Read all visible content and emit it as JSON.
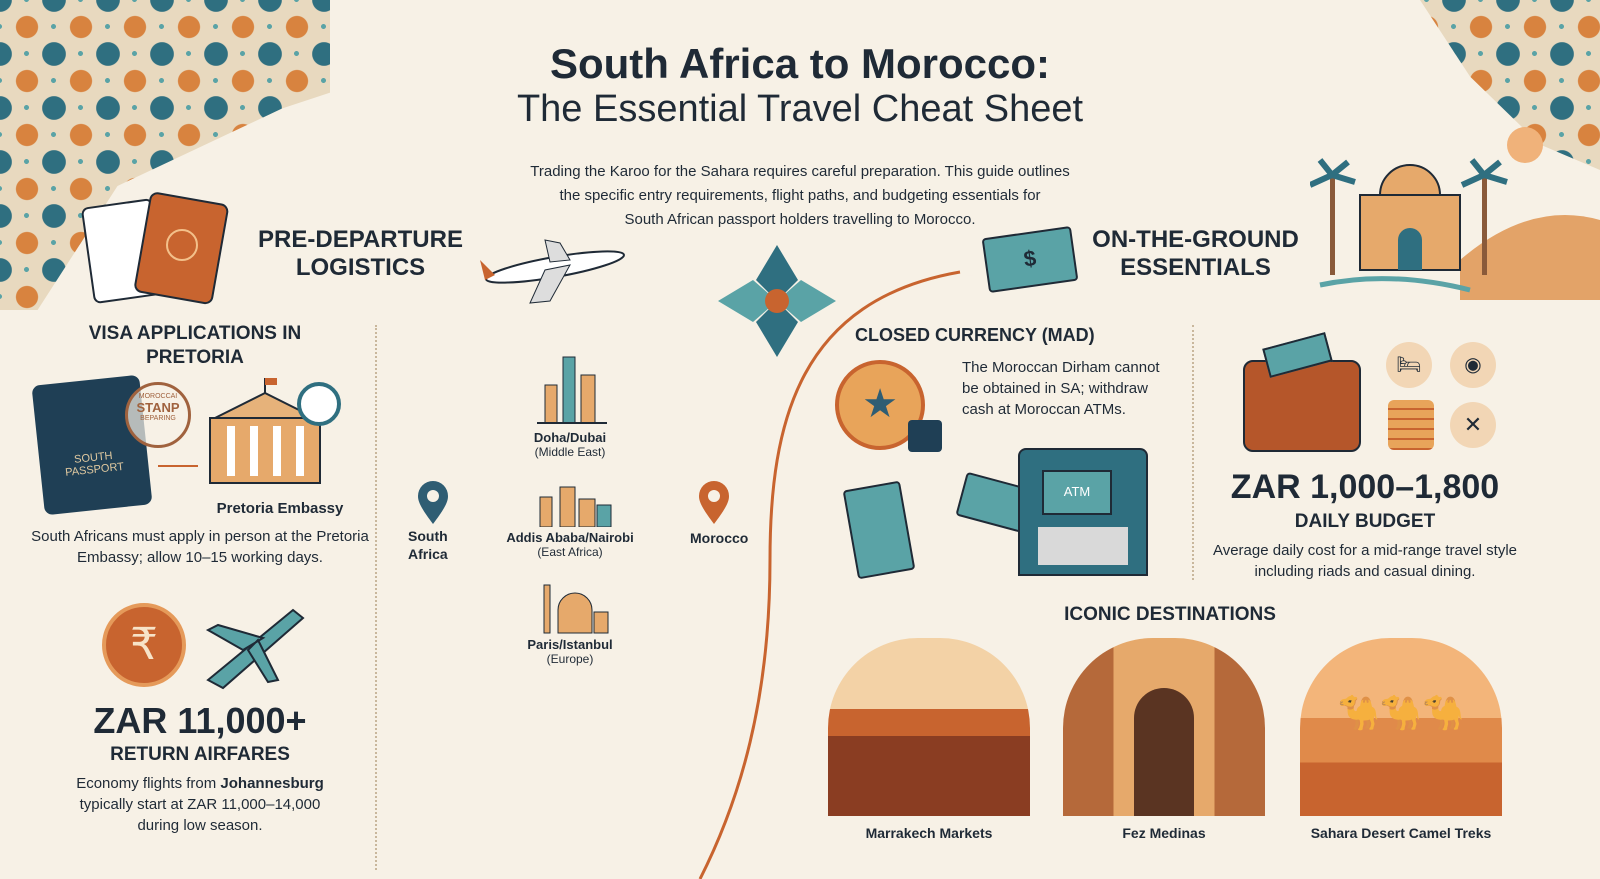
{
  "header": {
    "title": "South Africa to Morocco:",
    "subtitle": "The Essential Travel Cheat Sheet",
    "description": [
      "Trading the Karoo for the Sahara requires careful preparation. This guide outlines",
      "the specific entry requirements, flight paths, and budgeting essentials for",
      "South African passport holders travelling to Morocco."
    ]
  },
  "pre_departure": {
    "title_line1": "PRE-DEPARTURE",
    "title_line2": "LOGISTICS",
    "visa": {
      "title_line1": "VISA APPLICATIONS IN",
      "title_line2": "PRETORIA",
      "passport_text_line1": "SOUTH",
      "passport_text_line2": "PASSPORT",
      "stamp_top": "MOROCCAI",
      "stamp_mid": "STANP",
      "stamp_bottom": "BEPARING",
      "embassy_label": "Pretoria Embassy",
      "body": "South Africans must apply in person at the Pretoria Embassy; allow 10–15 working days."
    },
    "airfare": {
      "currency_symbol": "₹",
      "amount": "ZAR 11,000+",
      "label": "RETURN AIRFARES",
      "body_pre": "Economy flights from ",
      "body_bold": "Johannesburg",
      "body_post": " typically start at ZAR 11,000–14,000 during low season."
    },
    "routes": {
      "origin_line1": "South",
      "origin_line2": "Africa",
      "destination": "Morocco",
      "hubs": [
        {
          "city": "Doha/Dubai",
          "region": "(Middle East)"
        },
        {
          "city": "Addis Ababa/Nairobi",
          "region": "(East Africa)"
        },
        {
          "city": "Paris/Istanbul",
          "region": "(Europe)"
        }
      ]
    }
  },
  "on_ground": {
    "title_line1": "ON-THE-GROUND",
    "title_line2": "ESSENTIALS",
    "currency": {
      "title": "CLOSED CURRENCY (MAD)",
      "body": "The Moroccan Dirham cannot be obtained in SA; withdraw cash at Moroccan ATMs.",
      "atm_label": "ATM",
      "dollar_symbol": "$"
    },
    "budget": {
      "amount": "ZAR 1,000–1,800",
      "label": "DAILY BUDGET",
      "body": "Average daily cost for a mid-range travel style including riads and casual dining."
    },
    "destinations": {
      "title": "ICONIC DESTINATIONS",
      "items": [
        {
          "name": "Marrakech Markets"
        },
        {
          "name": "Fez Medinas"
        },
        {
          "name": "Sahara Desert Camel Treks"
        }
      ]
    }
  },
  "colors": {
    "navy": "#1f2a36",
    "teal": "#2f6f80",
    "orange": "#c8642f",
    "cream": "#f7f1e6"
  }
}
